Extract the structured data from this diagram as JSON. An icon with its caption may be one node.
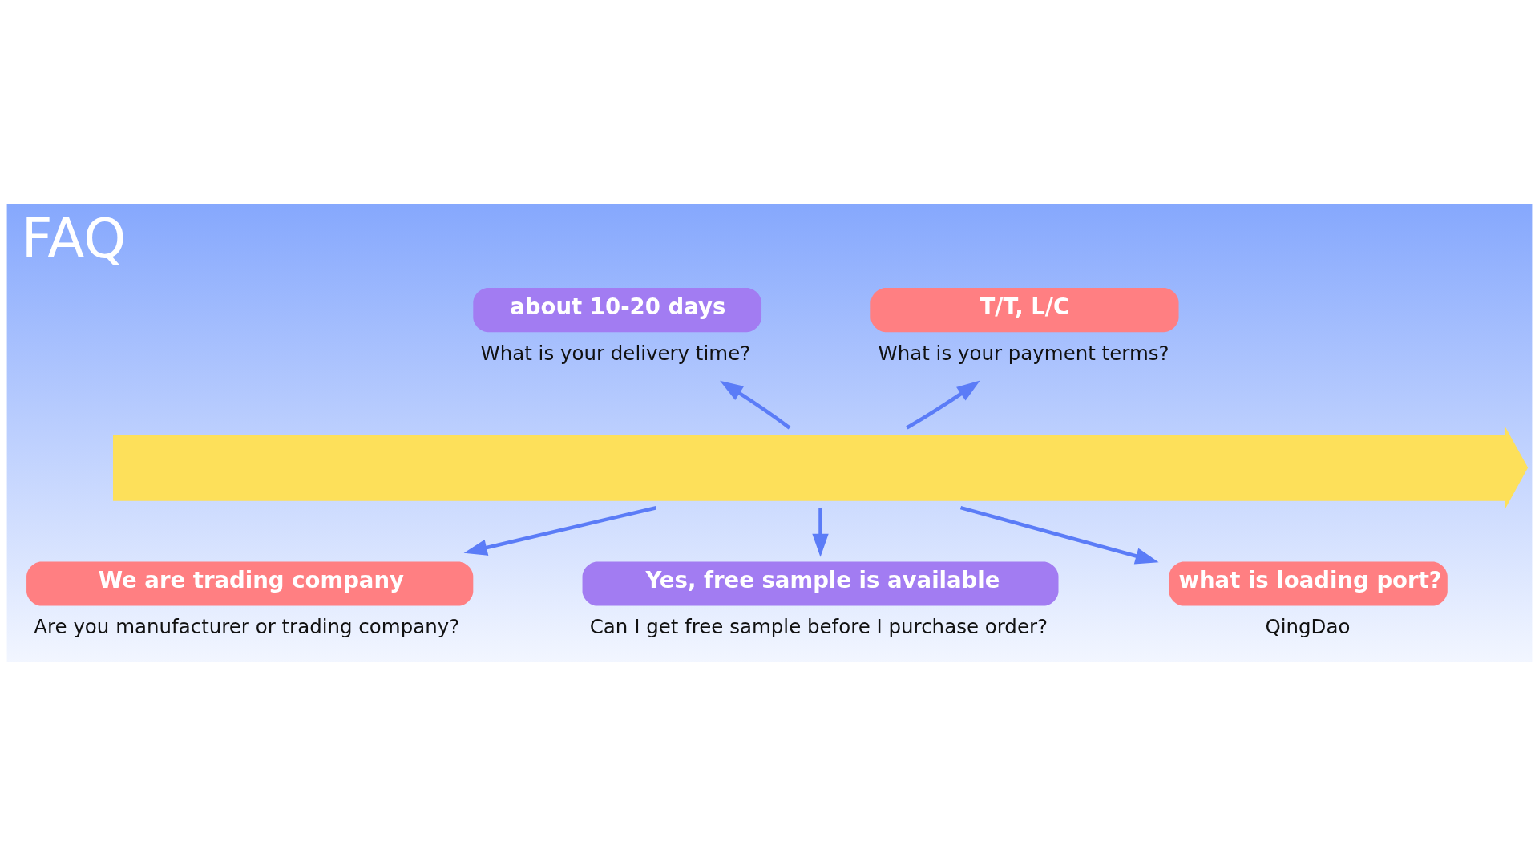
{
  "diagram": {
    "title": "FAQ",
    "nodes": [
      {
        "text": [],
        "shape": "arrow"
      },
      {
        "text": [
          "We are trading company"
        ],
        "beside": [
          "Are you manufacturer or trading company?"
        ]
      },
      {
        "text": [
          "about 10-20 days"
        ],
        "beside": [
          "What is your delivery time?"
        ]
      },
      {
        "text": [
          "Yes, free sample is available"
        ],
        "beside": [
          "Can I get free sample before I purchase order?"
        ]
      },
      {
        "text": [
          "T/T, L/C"
        ],
        "beside": [
          "What is your payment terms?"
        ]
      },
      {
        "text": [
          "what is loading port?"
        ],
        "beside": [
          "QingDao"
        ]
      }
    ],
    "edges": [
      {
        "from": 0,
        "to": 1,
        "arrow": "to"
      },
      {
        "from": 0,
        "to": 2,
        "arrow": "to"
      },
      {
        "from": 0,
        "to": 3,
        "arrow": "to"
      },
      {
        "from": 0,
        "to": 4,
        "arrow": "to"
      },
      {
        "from": 0,
        "to": 5,
        "arrow": "to"
      }
    ]
  }
}
